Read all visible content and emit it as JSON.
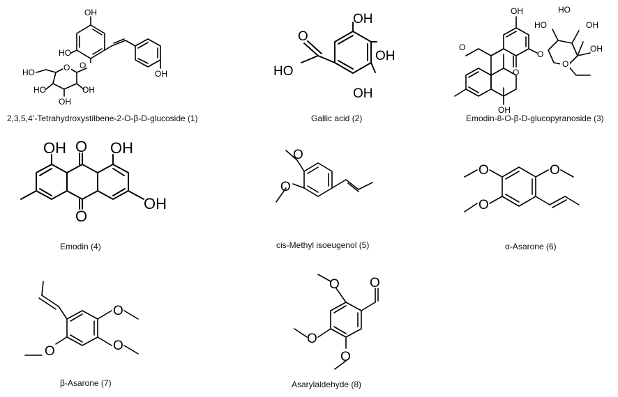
{
  "compounds": [
    {
      "caption": "2,3,5,4’-Tetrahydroxystilbene-2-O-β-D-glucoside (1)"
    },
    {
      "caption": "Gallic acid (2)"
    },
    {
      "caption": "Emodin-8-O-β-D-glucopyranoside (3)"
    },
    {
      "caption": "Emodin (4)"
    },
    {
      "caption": "cis-Methyl isoeugenol (5)"
    },
    {
      "caption": "α-Asarone (6)"
    },
    {
      "caption": "β-Asarone (7)"
    },
    {
      "caption": "Asarylaldehyde (8)"
    }
  ],
  "atoms": {
    "OH": "OH",
    "HO": "HO",
    "O": "O"
  }
}
